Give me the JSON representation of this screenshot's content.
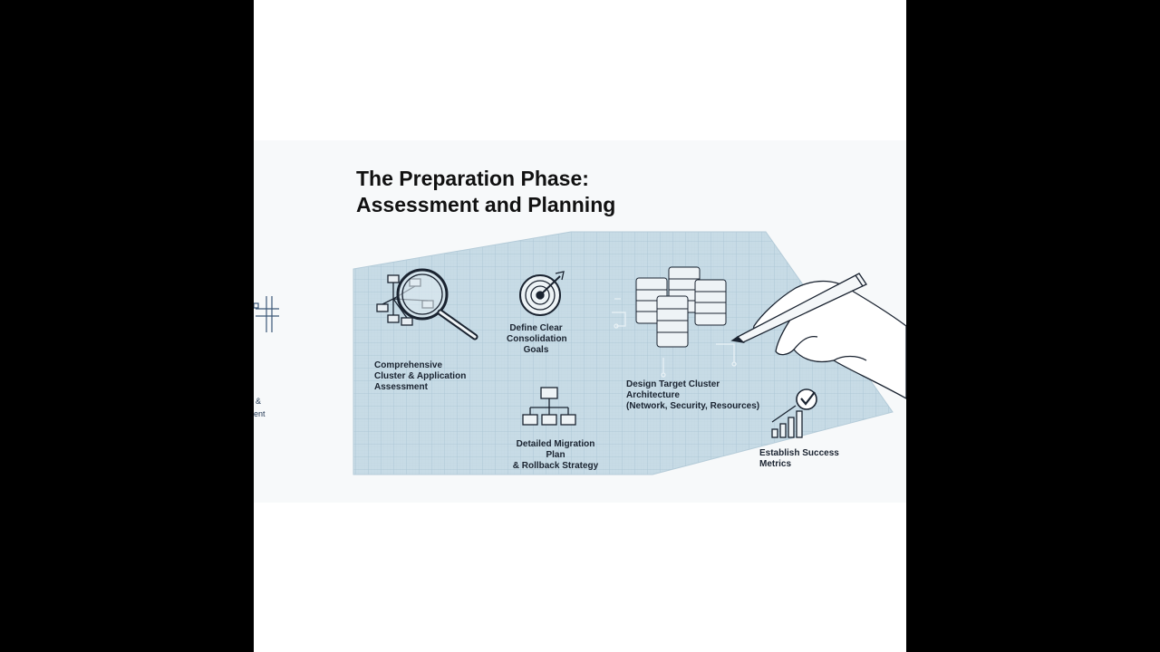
{
  "slide": {
    "title_line1": "The Preparation Phase:",
    "title_line2": "Assessment and Planning"
  },
  "items": [
    {
      "label": "Comprehensive\nCluster & Application\nAssessment",
      "icon": "magnifier-network-icon"
    },
    {
      "label": "Define Clear\nConsolidation\nGoals",
      "icon": "target-icon"
    },
    {
      "label": "Design Target Cluster\nArchitecture\n(Network, Security, Resources)",
      "icon": "server-stack-icon"
    },
    {
      "label": "Detailed Migration Plan\n& Rollback Strategy",
      "icon": "org-chart-icon"
    },
    {
      "label": "Establish Success\nMetrics",
      "icon": "rising-bars-check-icon"
    }
  ],
  "ghost_text": {
    "line1": "&",
    "line2": "ent"
  },
  "colors": {
    "blueprint": "#c7dbe6",
    "grid": "#a9c3d2",
    "ink": "#1a2330"
  }
}
